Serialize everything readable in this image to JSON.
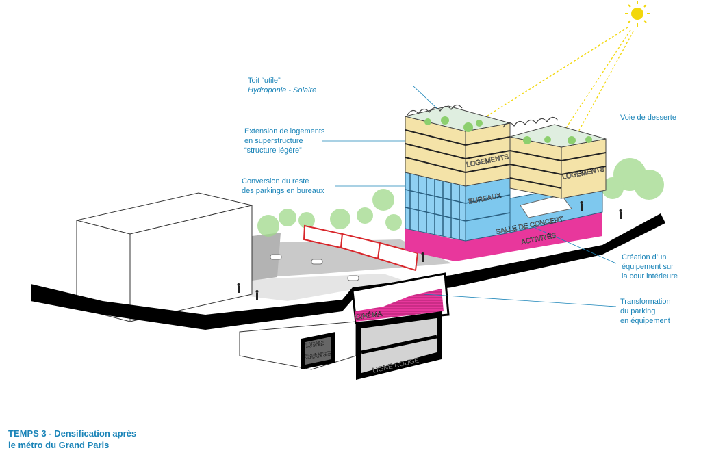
{
  "annotations": {
    "toit": {
      "line1": "Toit “utile”",
      "line2": "Hydroponie - Solaire"
    },
    "extension": {
      "line1": "Extension de logements",
      "line2": "en superstructure",
      "line3": "“structure légère”"
    },
    "conversion": {
      "line1": "Conversion du reste",
      "line2": "des parkings en bureaux"
    },
    "voie": {
      "line1": "Voie de desserte"
    },
    "creation": {
      "line1": "Création d’un",
      "line2": "équipement sur",
      "line3": "la cour intérieure"
    },
    "transformation": {
      "line1": "Transformation",
      "line2": "du parking",
      "line3": "en équipement"
    }
  },
  "labels": {
    "logements_left": "LOGEMENTS",
    "logements_right": "LOGEMENTS",
    "bureaux": "BUREAUX",
    "salle": "SALLE DE CONCERT",
    "activites": "ACTIVITÉS",
    "cinema": "CINÉMA",
    "ligne_orange_1": "LIGNE",
    "ligne_orange_2": "ORANGE",
    "ligne_rouge": "LIGNE ROUGE"
  },
  "caption": {
    "line1": "TEMPS 3 - Densification après",
    "line2": "le métro du Grand Paris"
  },
  "colors": {
    "annotation": "#1a84b8",
    "logements": "#f4e3a8",
    "bureaux": "#7ec8ee",
    "activites": "#e8379c",
    "sun": "#f2d70c",
    "tram": "#d8262b",
    "ground_section": "#000000"
  }
}
